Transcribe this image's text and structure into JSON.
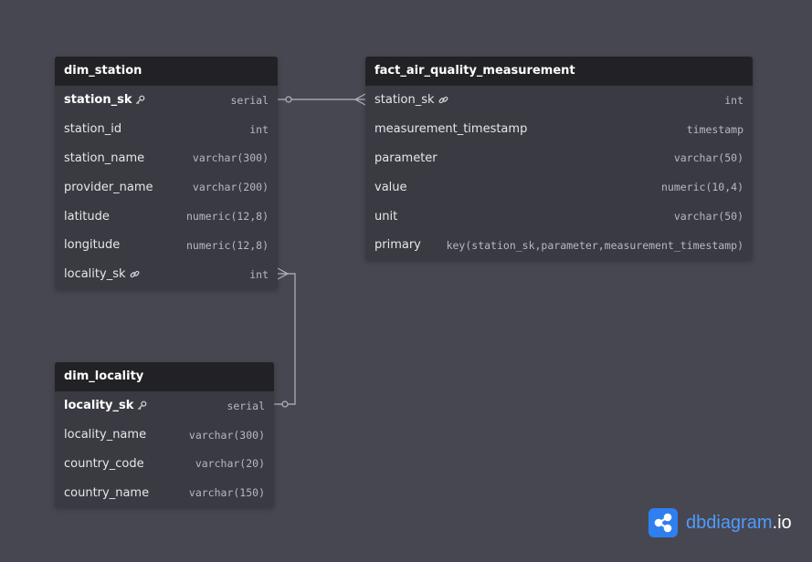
{
  "tables": {
    "dim_station": {
      "name": "dim_station",
      "fields": [
        {
          "name": "station_sk",
          "type": "serial",
          "pk": true
        },
        {
          "name": "station_id",
          "type": "int"
        },
        {
          "name": "station_name",
          "type": "varchar(300)"
        },
        {
          "name": "provider_name",
          "type": "varchar(200)"
        },
        {
          "name": "latitude",
          "type": "numeric(12,8)"
        },
        {
          "name": "longitude",
          "type": "numeric(12,8)"
        },
        {
          "name": "locality_sk",
          "type": "int",
          "fk": true
        }
      ]
    },
    "fact_air_quality_measurement": {
      "name": "fact_air_quality_measurement",
      "fields": [
        {
          "name": "station_sk",
          "type": "int",
          "fk": true
        },
        {
          "name": "measurement_timestamp",
          "type": "timestamp"
        },
        {
          "name": "parameter",
          "type": "varchar(50)"
        },
        {
          "name": "value",
          "type": "numeric(10,4)"
        },
        {
          "name": "unit",
          "type": "varchar(50)"
        },
        {
          "name": "primary",
          "type": "key(station_sk,parameter,measurement_timestamp)"
        }
      ]
    },
    "dim_locality": {
      "name": "dim_locality",
      "fields": [
        {
          "name": "locality_sk",
          "type": "serial",
          "pk": true
        },
        {
          "name": "locality_name",
          "type": "varchar(300)"
        },
        {
          "name": "country_code",
          "type": "varchar(20)"
        },
        {
          "name": "country_name",
          "type": "varchar(150)"
        }
      ]
    }
  },
  "brand": {
    "main": "dbdiagram",
    "tld": ".io",
    "icon": "share-nodes-icon"
  },
  "colors": {
    "background": "#474751",
    "table_header": "#222226",
    "table_body": "#3a3a42",
    "connector": "#b5b5bd",
    "brand_blue": "#2f7ff0"
  }
}
